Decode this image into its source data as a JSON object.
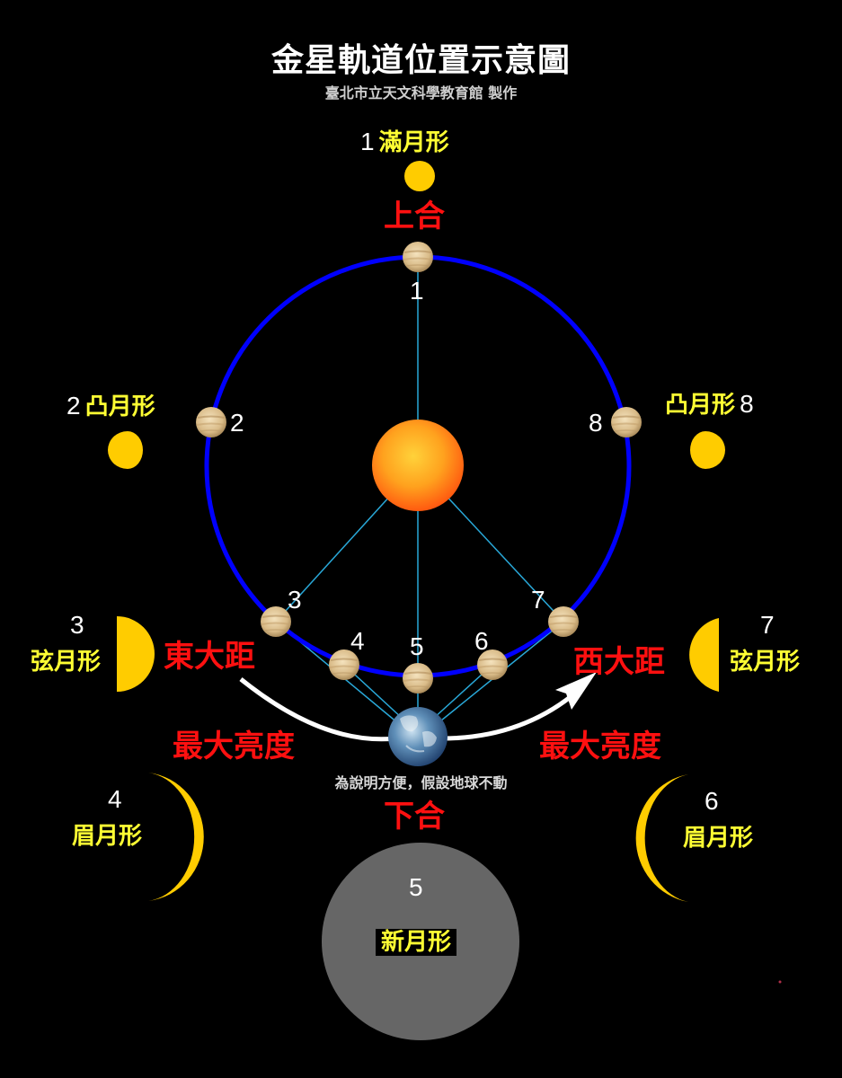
{
  "header": {
    "title": "金星軌道位置示意圖",
    "subtitle": "臺北市立天文科學教育館 製作"
  },
  "colors": {
    "background": "#000000",
    "orbit": "#0000ff",
    "sight_lines": "#29a8d8",
    "phase_fill": "#ffcc00",
    "new_moon_disc": "#666666",
    "phase_text": "#ffff33",
    "event_text": "#ff1010",
    "number_text": "#ffffff"
  },
  "orbit_positions": [
    {
      "number": "1"
    },
    {
      "number": "2"
    },
    {
      "number": "3"
    },
    {
      "number": "4"
    },
    {
      "number": "5"
    },
    {
      "number": "6"
    },
    {
      "number": "7"
    },
    {
      "number": "8"
    }
  ],
  "phases": {
    "p1": {
      "number": "1",
      "label": "滿月形"
    },
    "p2": {
      "number": "2",
      "label": "凸月形"
    },
    "p3": {
      "number": "3",
      "label": "弦月形"
    },
    "p4": {
      "number": "4",
      "label": "眉月形"
    },
    "p5": {
      "number": "5",
      "label": "新月形"
    },
    "p6": {
      "number": "6",
      "label": "眉月形"
    },
    "p7": {
      "number": "7",
      "label": "弦月形"
    },
    "p8": {
      "number": "8",
      "label": "凸月形"
    }
  },
  "events": {
    "superior_conjunction": "上合",
    "inferior_conjunction": "下合",
    "greatest_eastern_elongation": "東大距",
    "greatest_western_elongation": "西大距",
    "greatest_brilliancy_east": "最大亮度",
    "greatest_brilliancy_west": "最大亮度"
  },
  "note": "為說明方便，假設地球不動",
  "bodies": {
    "sun": "sun-icon",
    "earth": "earth-icon",
    "venus": "venus-icon"
  }
}
